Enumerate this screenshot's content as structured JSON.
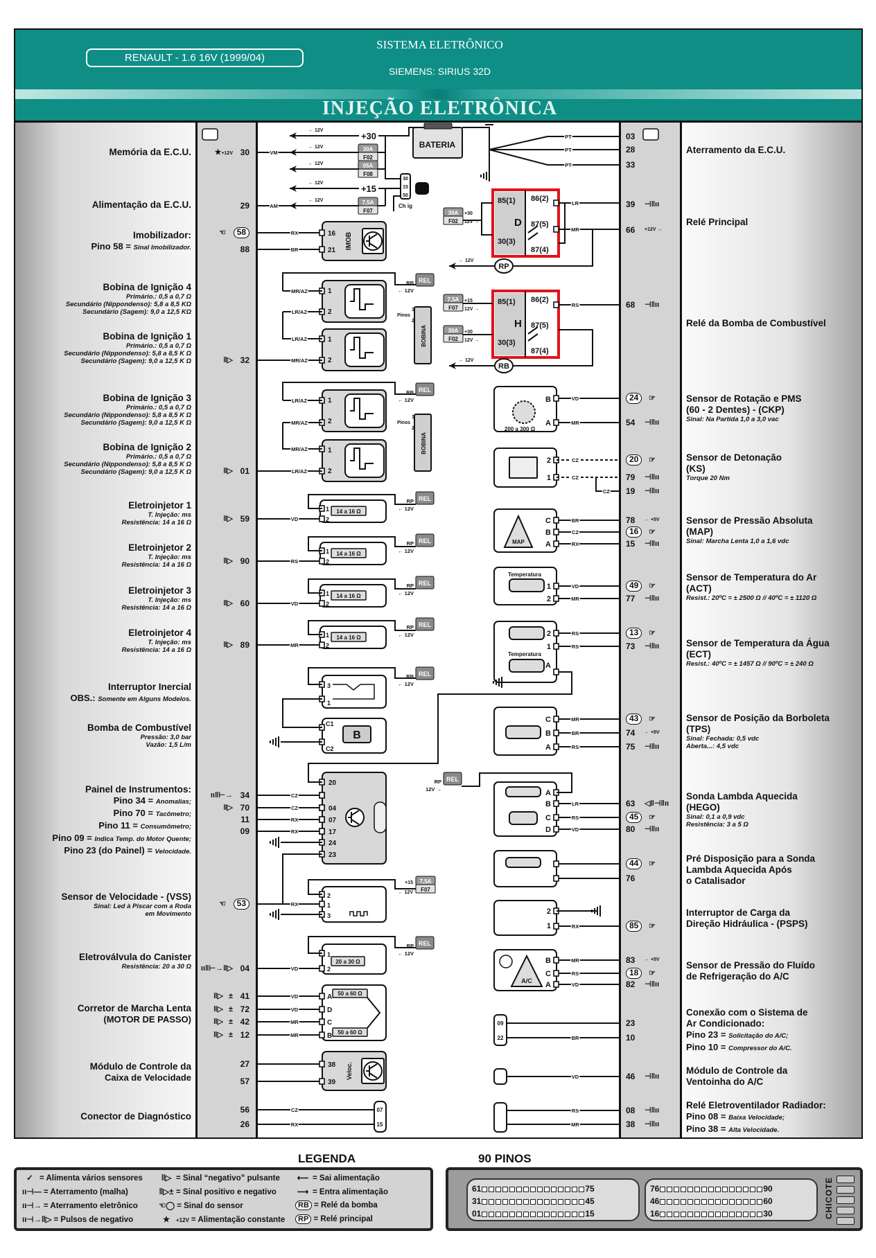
{
  "header": {
    "brand_box": "RENAULT - 1.6 16V (1999/04)",
    "system_title": "SISTEMA ELETRÔNICO",
    "ecu_model": "SIEMENS: SIRIUS 32D",
    "banner_title": "INJEÇÃO ELETRÔNICA"
  },
  "left_components": [
    {
      "title": "Memória da E.C.U.",
      "lines": []
    },
    {
      "title": "Alimentação da E.C.U.",
      "lines": []
    },
    {
      "title": "Imobilizador:",
      "lines": [
        {
          "k": "Pino 58 =",
          "v": "Sinal Imobilizador."
        }
      ]
    },
    {
      "title": "Bobina de Ignição 4",
      "lines": [
        {
          "v": "Primário.: 0,5 a 0,7 Ω"
        },
        {
          "v": "Secundário (Nippondenso): 5,8 a 8,5 KΩ"
        },
        {
          "v": "Secundário (Sagem): 9,0 a 12,5 KΩ"
        }
      ]
    },
    {
      "title": "Bobina de Ignição 1",
      "lines": [
        {
          "v": "Primário.: 0,5 a 0,7 Ω"
        },
        {
          "v": "Secundário (Nippondenso): 5,8 a 8,5 K Ω"
        },
        {
          "v": "Secundário (Sagem): 9,0 a 12,5 K Ω"
        }
      ]
    },
    {
      "title": "Bobina de Ignição 3",
      "lines": [
        {
          "v": "Primário.: 0,5 a 0,7 Ω"
        },
        {
          "v": "Secundário (Nippondenso): 5,8 a 8,5 K Ω"
        },
        {
          "v": "Secundário (Sagem): 9,0 a 12,5 K Ω"
        }
      ]
    },
    {
      "title": "Bobina de Ignição 2",
      "lines": [
        {
          "v": "Primário.: 0,5 a 0,7 Ω"
        },
        {
          "v": "Secundário (Nippondenso): 5,8 a 8,5 K Ω"
        },
        {
          "v": "Secundário (Sagem): 9,0 a 12,5 K Ω"
        }
      ]
    },
    {
      "title": "Eletroinjetor 1",
      "lines": [
        {
          "v": "T. Injeção: ms"
        },
        {
          "v": "Resistência: 14 a 16 Ω"
        }
      ]
    },
    {
      "title": "Eletroinjetor 2",
      "lines": [
        {
          "v": "T. Injeção: ms"
        },
        {
          "v": "Resistência: 14 a 16 Ω"
        }
      ]
    },
    {
      "title": "Eletroinjetor 3",
      "lines": [
        {
          "v": "T. Injeção: ms"
        },
        {
          "v": "Resistência: 14 a 16 Ω"
        }
      ]
    },
    {
      "title": "Eletroinjetor 4",
      "lines": [
        {
          "v": "T. Injeção: ms"
        },
        {
          "v": "Resistência: 14 a 16 Ω"
        }
      ]
    },
    {
      "title": "Interruptor Inercial",
      "lines": [
        {
          "k": "OBS.:",
          "v": "Somente em Alguns Modelos."
        }
      ]
    },
    {
      "title": "Bomba de Combustível",
      "lines": [
        {
          "v": "Pressão: 3,0 bar"
        },
        {
          "v": "Vazão: 1,5 L/m"
        }
      ]
    },
    {
      "title": "Painel de Instrumentos:",
      "lines": [
        {
          "k": "Pino 34 =",
          "v": "Anomalias;"
        },
        {
          "k": "Pino 70 =",
          "v": "Tacômetro;"
        },
        {
          "k": "Pino 11 =",
          "v": "Consumômetro;"
        },
        {
          "k": "Pino 09 =",
          "v": "Indica Temp. do Motor Quente;"
        },
        {
          "k": "Pino 23 (do Painel) =",
          "v": "Velocidade."
        }
      ]
    },
    {
      "title": "Sensor de Velocidade - (VSS)",
      "lines": [
        {
          "v": "Sinal: Led à Piscar com a Roda"
        },
        {
          "v": "em Movimento"
        }
      ]
    },
    {
      "title": "Eletroválvula do Canister",
      "lines": [
        {
          "v": "Resistência: 20 a 30 Ω"
        }
      ]
    },
    {
      "title": "Corretor de Marcha Lenta",
      "lines": [
        {
          "k": "(MOTOR DE PASSO)",
          "v": ""
        }
      ]
    },
    {
      "title": "Módulo de Controle da",
      "lines": [
        {
          "k": "Caixa de Velocidade",
          "v": ""
        }
      ]
    },
    {
      "title": "Conector de Diagnóstico",
      "lines": []
    }
  ],
  "right_components": [
    {
      "title": "Aterramento da E.C.U.",
      "lines": []
    },
    {
      "title": "Relé Principal",
      "lines": []
    },
    {
      "title": "Relé da Bomba de Combustível",
      "lines": []
    },
    {
      "title": "Sensor de Rotação e PMS\n(60 - 2 Dentes) - (CKP)",
      "lines": [
        {
          "v": "Sinal: Na Partida 1,0 a 3,0 vac"
        }
      ]
    },
    {
      "title": "Sensor de Detonação\n(KS)",
      "lines": [
        {
          "v": "Torque 20 Nm"
        }
      ]
    },
    {
      "title": "Sensor de Pressão Absoluta\n(MAP)",
      "lines": [
        {
          "v": "Sinal: Marcha Lenta 1,0 a 1,6 vdc"
        }
      ]
    },
    {
      "title": "Sensor de Temperatura do Ar\n(ACT)",
      "lines": [
        {
          "v": "Resist.: 20ºC = ± 2500 Ω // 40ºC = ± 1120 Ω"
        }
      ]
    },
    {
      "title": "Sensor de Temperatura da Água\n(ECT)",
      "lines": [
        {
          "v": "Resist.: 40ºC = ± 1457 Ω // 90ºC = ± 240 Ω"
        }
      ]
    },
    {
      "title": "Sensor de Posição da Borboleta\n(TPS)",
      "lines": [
        {
          "v": "Sinal: Fechada: 0,5 vdc"
        },
        {
          "v": "           Aberta...: 4,5 vdc"
        }
      ]
    },
    {
      "title": "Sonda Lambda Aquecida\n(HEGO)",
      "lines": [
        {
          "v": "Sinal: 0,1 a 0,9 vdc"
        },
        {
          "v": "Resistência: 3 a 5 Ω"
        }
      ]
    },
    {
      "title": "Pré Disposição para a Sonda\nLambda Aquecida Após\no Catalisador",
      "lines": []
    },
    {
      "title": "Interruptor de Carga da\nDireção Hidráulica - (PSPS)",
      "lines": []
    },
    {
      "title": "Sensor de Pressão do Fluído\nde Refrigeração do A/C",
      "lines": []
    },
    {
      "title": "Conexão com o Sistema de\nAr Condicionado:",
      "lines": [
        {
          "k": "Pino 23 =",
          "v": "Solicitação do A/C;"
        },
        {
          "k": "Pino 10 =",
          "v": "Compressor do A/C."
        }
      ]
    },
    {
      "title": "Módulo de Controle da\nVentoinha do A/C",
      "lines": []
    },
    {
      "title": "Relé Eletroventilador Radiador:",
      "lines": [
        {
          "k": "Pino 08 =",
          "v": "Baixa Velocidade;"
        },
        {
          "k": "Pino 38 =",
          "v": "Alta Velocidade."
        }
      ]
    }
  ],
  "left_pins": [
    "30",
    "29",
    "58",
    "88",
    "32",
    "01",
    "59",
    "90",
    "60",
    "89",
    "34",
    "70",
    "11",
    "09",
    "53",
    "04",
    "41",
    "72",
    "42",
    "12",
    "27",
    "57",
    "56",
    "26"
  ],
  "right_pins": [
    "03",
    "28",
    "33",
    "39",
    "66",
    "68",
    "24",
    "54",
    "20",
    "79",
    "19",
    "78",
    "16",
    "15",
    "49",
    "77",
    "13",
    "73",
    "43",
    "74",
    "75",
    "63",
    "45",
    "80",
    "44",
    "76",
    "85",
    "83",
    "18",
    "82",
    "23",
    "10",
    "46",
    "08",
    "38"
  ],
  "pin_notes": {
    "plus12": "+12V",
    "plus5": "+5V",
    "plusminus": "±"
  },
  "diagram": {
    "v12_out": "← 12V",
    "v12_in": "12V →",
    "plus30": "+30",
    "plus15": "+15",
    "battery": "BATERIA",
    "ignition_switch": "Ch ig",
    "ign_terms": [
      "30",
      "15",
      "50"
    ],
    "fuse_30a": "30A",
    "fuse_05a": "05A",
    "fuse_75a": "7,5A",
    "f02": "F02",
    "f08": "F08",
    "f07": "F07",
    "relay_d": {
      "id": "D",
      "t85": "85(1)",
      "t86": "86(2)",
      "t87a": "87(5)",
      "t30": "30(3)",
      "t87b": "87(4)"
    },
    "relay_h": {
      "id": "H",
      "t85": "85(1)",
      "t86": "86(2)",
      "t87a": "87(5)",
      "t30": "30(3)",
      "t87b": "87(4)"
    },
    "rp": "RP",
    "rb": "RB",
    "rel": "REL",
    "imob": {
      "label": "IMOB",
      "pins": [
        "16",
        "21"
      ]
    },
    "bobina": "BOBINA",
    "pinos": "Pinos",
    "injector_res": "14 a 16 Ω",
    "ckp_res": "200 a 300 Ω",
    "map": "MAP",
    "temp": "Temperatura",
    "ac": "A/C",
    "canister_res": "20 a 30 Ω",
    "stepper_res": "50 a 60 Ω",
    "veloc": "Veloc.",
    "pump": "B",
    "panel_pins": [
      "20",
      "04",
      "07",
      "17",
      "24",
      "23"
    ],
    "veloc_pins": [
      "38",
      "39"
    ],
    "diag_pins": [
      "07",
      "15"
    ],
    "ac_conn_pins": [
      "09",
      "22"
    ],
    "t": {
      "A": "A",
      "B": "B",
      "C": "C",
      "D": "D",
      "1": "1",
      "2": "2",
      "3": "3",
      "C1": "C1",
      "C2": "C2"
    },
    "wire": {
      "VM": "VM",
      "AM": "AM",
      "RX": "RX",
      "BR": "BR",
      "MRAZ": "MR/AZ",
      "LRAZ": "LR/AZ",
      "VD": "VD",
      "RS": "RS",
      "MR": "MR",
      "CZ": "CZ",
      "LR": "LR",
      "PT": "PT"
    }
  },
  "legend": {
    "title": "LEGENDA",
    "items": [
      {
        "icon": "check-icon",
        "text": "= Alimenta vários sensores"
      },
      {
        "icon": "ground-mesh-icon",
        "text": "= Aterramento (malha)"
      },
      {
        "icon": "ground-electronic-icon",
        "text": "= Aterramento eletrônico"
      },
      {
        "icon": "negative-pulses-icon",
        "text": "= Pulsos de negativo"
      },
      {
        "icon": "pulsing-negative-icon",
        "text": "= Sinal “negativo” pulsante"
      },
      {
        "icon": "positive-negative-icon",
        "text": "= Sinal positivo e negativo"
      },
      {
        "icon": "sensor-signal-icon",
        "text": "= Sinal do sensor"
      },
      {
        "icon": "star-icon",
        "prefix": "+12V",
        "text": "= Alimentação constante"
      },
      {
        "icon": "arrow-left-icon",
        "text": "= Sai alimentação"
      },
      {
        "icon": "arrow-right-icon",
        "text": "= Entra alimentação"
      },
      {
        "badge": "RB",
        "text": "= Relé da bomba"
      },
      {
        "badge": "RP",
        "text": "= Relé principal"
      }
    ]
  },
  "connector": {
    "title": "90 PINOS",
    "label": "CHICOTE",
    "groups": [
      [
        [
          "61",
          "75"
        ],
        [
          "31",
          "45"
        ],
        [
          "01",
          "15"
        ]
      ],
      [
        [
          "76",
          "90"
        ],
        [
          "46",
          "60"
        ],
        [
          "16",
          "30"
        ]
      ]
    ]
  },
  "colors": {
    "header_teal": "#0f8e86",
    "relay_highlight": "#e0141b",
    "pin_column": "#d4d4d4"
  }
}
